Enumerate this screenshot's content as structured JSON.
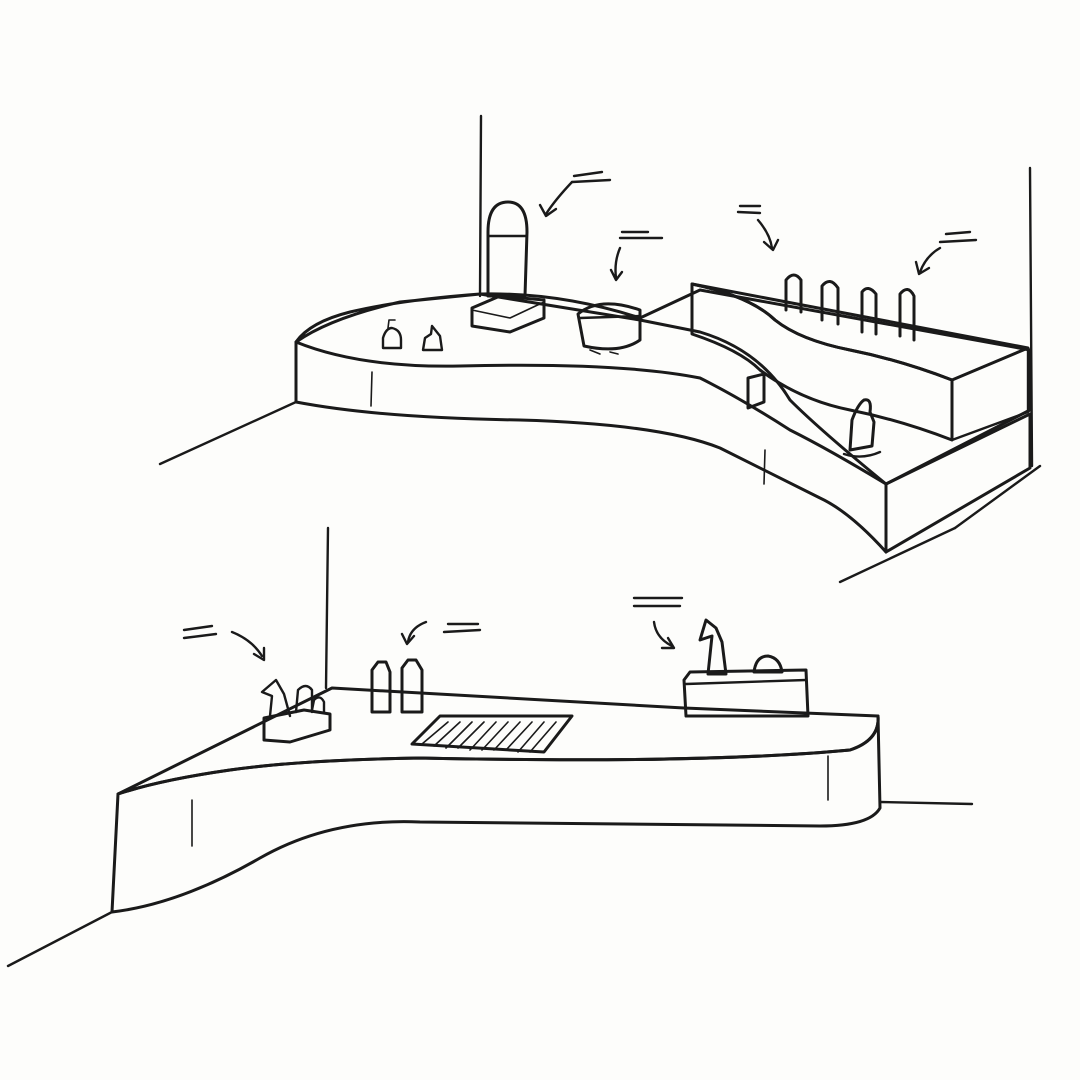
{
  "palette": {
    "paper": "#fdfdfb",
    "ink": "#1a1a1a",
    "counter_green": "#a9c9bb",
    "glass_blue": "#bfe3ec",
    "product_white": "#ffffff"
  },
  "upper_sketch": {
    "counter_fill": "#a9c9bb",
    "display_case_fill": "#bfe3ec",
    "callout_count": 4,
    "product_count_in_case": 4
  },
  "lower_sketch": {
    "counter_fill": "#ffffff",
    "callout_count": 3
  }
}
